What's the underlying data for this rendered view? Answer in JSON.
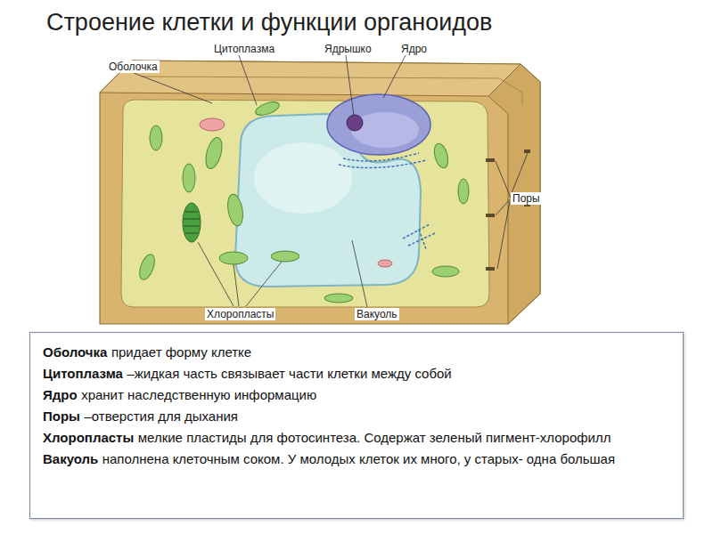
{
  "diagram": {
    "title": "Строение клетки и функции органоидов",
    "nodes": [
      {
        "text": [
          "Оболочка",
          "придает форму клетке",
          "Цитоплазма",
          "–жидкая часть связывает части клетки между собой",
          "Ядро",
          "хранит наследственную информацию",
          "Поры",
          "–отверстия для дыхания",
          "Хлоропласты",
          "мелкие пластиды для фотосинтеза. Содержат зеленый пигмент-хлорофилл",
          "Вакуоль",
          "наполнена клеточным соком. У молодых клеток их много, у старых- одна большая"
        ]
      }
    ],
    "labels": [
      "Оболочка",
      "Цитоплазма",
      "Ядрышко",
      "Ядро",
      "Поры",
      "Хлоропласты",
      "Вакуоль"
    ]
  }
}
